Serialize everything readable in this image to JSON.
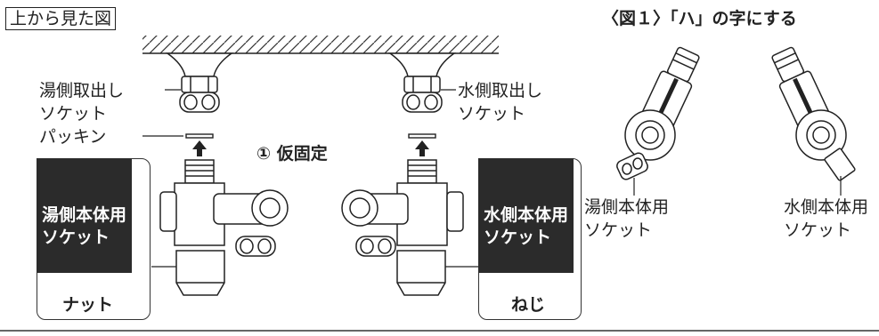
{
  "top_view_label": "上から見た図",
  "figure_title": "〈図１〉「ハ」の字にする",
  "hot_outlet_label": [
    "湯側取出し",
    "ソケット"
  ],
  "cold_outlet_label": [
    "水側取出し",
    "ソケット"
  ],
  "packing_label": "パッキン",
  "step_label": "① 仮固定",
  "hot_body_socket_header": [
    "湯側本体用",
    "ソケット"
  ],
  "cold_body_socket_header": [
    "水側本体用",
    "ソケット"
  ],
  "hot_type": "ナット",
  "cold_type": "ねじ",
  "fig1_hot_label": [
    "湯側本体用",
    "ソケット"
  ],
  "fig1_cold_label": [
    "水側本体用",
    "ソケット"
  ]
}
